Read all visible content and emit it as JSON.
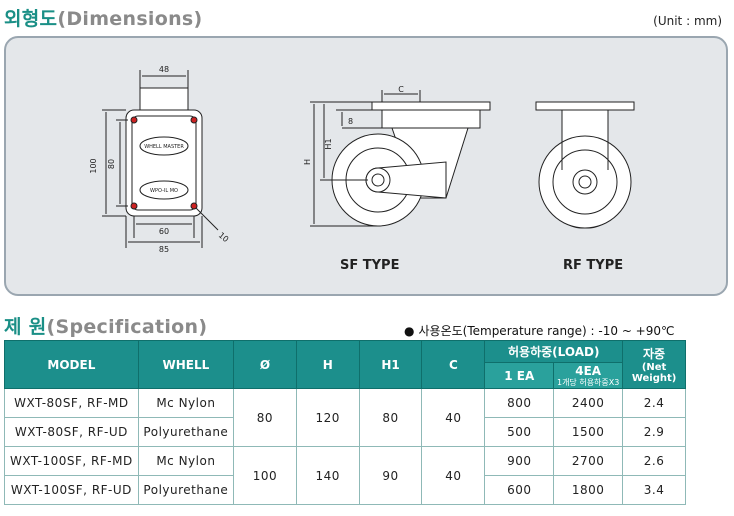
{
  "dimensions": {
    "title_ko": "외형도",
    "title_en": "(Dimensions)",
    "unit": "(Unit : mm)",
    "front_view": {
      "dim_48": "48",
      "dim_100": "100",
      "dim_80": "80",
      "dim_60": "60",
      "dim_85": "85",
      "dim_10": "10",
      "plate_text_top": "WHELL MASTER",
      "plate_text_bottom": "WPO-IL MO"
    },
    "side_view": {
      "dim_c": "C",
      "dim_8": "8",
      "dim_h1": "H1",
      "dim_h": "H"
    },
    "sf_label": "SF TYPE",
    "rf_label": "RF TYPE"
  },
  "specification": {
    "title_ko": "제 원",
    "title_en": "(Specification)",
    "temperature": "사용온도(Temperature range) : -10 ~ +90℃",
    "headers": {
      "model": "MODEL",
      "whell": "WHELL",
      "dia": "Ø",
      "h": "H",
      "h1": "H1",
      "c": "C",
      "load": "허용하중(LOAD)",
      "ea1": "1 EA",
      "ea4": "4EA",
      "ea4_note": "1개당 허용하중X3",
      "weight_ko": "자중",
      "weight_en": "(Net Weight)"
    },
    "rows": [
      {
        "model": "WXT-80SF, RF-MD",
        "whell": "Mc Nylon",
        "dia": "80",
        "h": "120",
        "h1": "80",
        "c": "40",
        "ea1": "800",
        "ea4": "2400",
        "weight": "2.4"
      },
      {
        "model": "WXT-80SF, RF-UD",
        "whell": "Polyurethane",
        "ea1": "500",
        "ea4": "1500",
        "weight": "2.9"
      },
      {
        "model": "WXT-100SF, RF-MD",
        "whell": "Mc Nylon",
        "dia": "100",
        "h": "140",
        "h1": "90",
        "c": "40",
        "ea1": "900",
        "ea4": "2700",
        "weight": "2.6"
      },
      {
        "model": "WXT-100SF, RF-UD",
        "whell": "Polyurethane",
        "ea1": "600",
        "ea4": "1800",
        "weight": "3.4"
      }
    ]
  }
}
